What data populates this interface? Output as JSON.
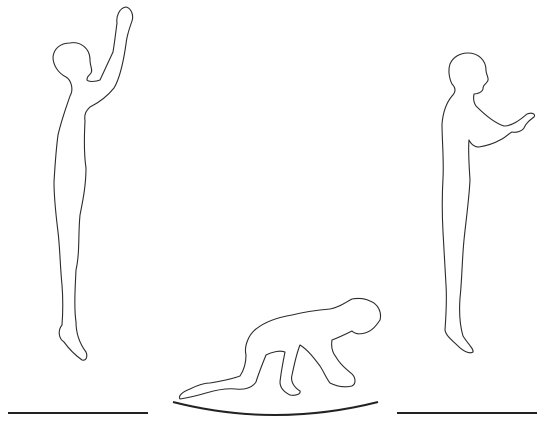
{
  "scene": {
    "panels": [
      {
        "id": "left",
        "pose": "jumping-arms-raised",
        "surface": "floor-line"
      },
      {
        "id": "center",
        "pose": "crawling-on-hands-and-knees",
        "surface": "curved-mat"
      },
      {
        "id": "right",
        "pose": "jumping-arms-forward",
        "surface": "floor-line"
      }
    ]
  },
  "colors": {
    "background": "#ffffff",
    "outline": "#2b2b2b",
    "surface": "#222222"
  }
}
